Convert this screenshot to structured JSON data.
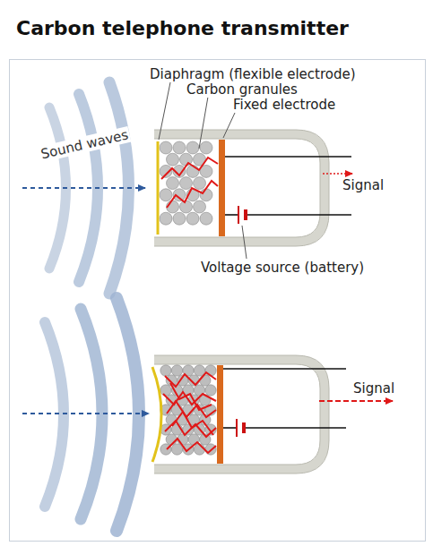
{
  "diagram": {
    "title": "Carbon telephone transmitter",
    "labels": [
      "Diaphragm (flexible electrode)",
      "Carbon granules",
      "Fixed electrode",
      "Sound waves",
      "Signal",
      "Voltage source (battery)",
      "Signal"
    ]
  }
}
